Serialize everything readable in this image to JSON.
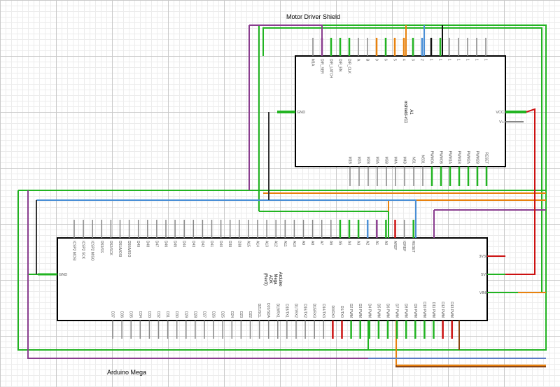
{
  "title_shield": "Motor Driver Shield",
  "title_mega": "Arduino Mega",
  "shield": {
    "ref": "A1",
    "part": "mshield-v11",
    "top_pins": [
      "M1A",
      "DIR_SER",
      "DIR_LATCH",
      "DIR_EN",
      "DIR_CLK",
      "A",
      "B",
      "9",
      "6",
      "5",
      "4",
      "3",
      "2",
      "1",
      "1",
      "1",
      "1",
      "1",
      "1",
      "1"
    ],
    "bottom_pins": [
      "M1B",
      "M2A",
      "M2B",
      "M3A",
      "M3B",
      "M4A",
      "M4B",
      "NS1",
      "NS31",
      "PWM0A",
      "PWM0B",
      "PWM1A",
      "PWM1B",
      "PWM2A",
      "PWM2B",
      "RESET"
    ],
    "left_pins": [
      "GND"
    ],
    "right_pins": [
      "VCC",
      "V+"
    ]
  },
  "mega": {
    "name": "Arduino",
    "part_line2": "Mega",
    "part_line3": "ADK",
    "part_line4": "(Rev3)",
    "top_pins": [
      "ICSP2 MOSI",
      "ICSP2 SCK",
      "ICSP2 MISO",
      "D53/SS",
      "D52/SCK",
      "D51/MOSI",
      "D50/MISO",
      "D49",
      "D48",
      "D47",
      "D46",
      "D45",
      "D44",
      "D43",
      "D42",
      "D41",
      "D40",
      "D39",
      "D38",
      "A15",
      "A14",
      "A13",
      "A12",
      "A11",
      "A10",
      "A9",
      "A8",
      "A7",
      "A6",
      "A5",
      "A4",
      "A3",
      "A2",
      "A1",
      "A0",
      "AREF",
      "IOREF",
      "RESET"
    ],
    "bottom_pins": [
      "D37",
      "D36",
      "D35",
      "D34",
      "D33",
      "D32",
      "D31",
      "D30",
      "D29",
      "D28",
      "D27",
      "D26",
      "D25",
      "D24",
      "D23",
      "D22",
      "D21/SCL",
      "D20/SDA",
      "D19/RX1",
      "D18/TX1",
      "D17/RX2",
      "D16/TX2",
      "D15/RX3",
      "D14/TX3",
      "D0/RX0",
      "D1/TX0",
      "D2 PWM",
      "D3 PWM",
      "D4 PWM",
      "D5 PWM",
      "D6 PWM",
      "D7 PWM",
      "D8 PWM",
      "D9 PWM",
      "D10 PWM",
      "D11 PWM",
      "D12 PWM",
      "D13 PWM"
    ],
    "left_pins": [
      "GND"
    ],
    "right_pins": [
      "3V3",
      "5V",
      "VIN"
    ]
  },
  "wire_colors": {
    "green": "#22b422",
    "purple": "#8a3d8f",
    "orange": "#e8820e",
    "blue": "#4a8fd6",
    "red": "#cc1111",
    "brown": "#8b4513",
    "dark": "#333333",
    "black": "#111111"
  }
}
